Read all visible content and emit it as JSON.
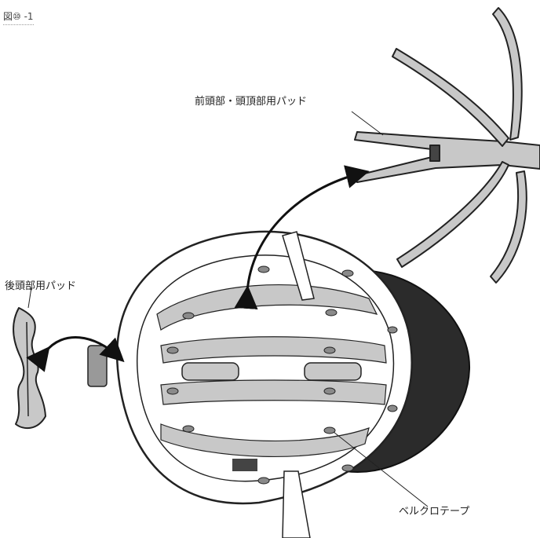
{
  "figure": {
    "label": "図⑩ -1"
  },
  "callouts": {
    "front_top_pad": "前頭部・頭頂部用パッド",
    "rear_pad": "後頭部用パッド",
    "velcro_tape": "ベルクロテープ"
  },
  "colors": {
    "pad_gray": "#c8c8c8",
    "outline": "#222222",
    "visor": "#2b2b2b",
    "velcro_dot": "#8a8a8a"
  }
}
